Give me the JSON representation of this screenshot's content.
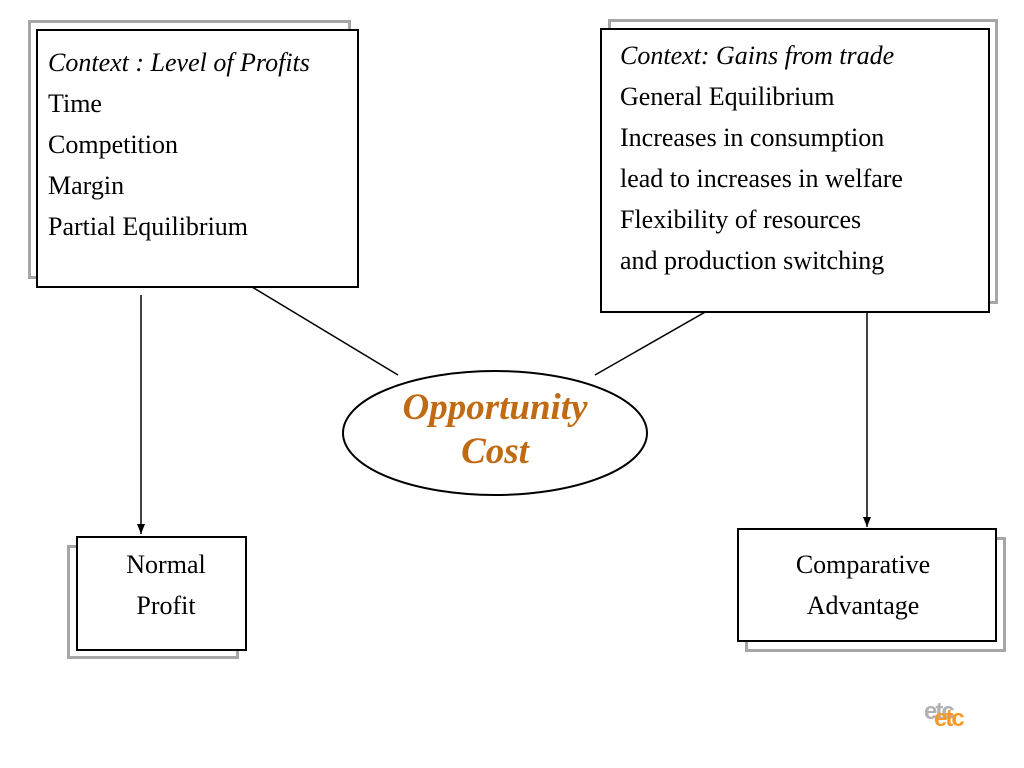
{
  "left_box": {
    "context": "Context : Level of  Profits",
    "items": [
      "Time",
      "Competition",
      "Margin",
      "Partial Equilibrium"
    ]
  },
  "right_box": {
    "context": "Context: Gains from trade",
    "items": [
      "General Equilibrium",
      "Increases in consumption",
      "lead to increases in welfare",
      "Flexibility of  resources",
      "and production switching"
    ]
  },
  "center_node": {
    "lines": [
      "Opportunity",
      "Cost"
    ]
  },
  "bottom_left": {
    "lines": [
      "Normal",
      "Profit"
    ]
  },
  "bottom_right": {
    "lines": [
      "Comparative",
      "Advantage"
    ]
  },
  "logo": {
    "text": "etc"
  },
  "colors": {
    "accent": "#c06b14",
    "shadow": "#a6a6a6",
    "logo": "#f39a2a"
  }
}
